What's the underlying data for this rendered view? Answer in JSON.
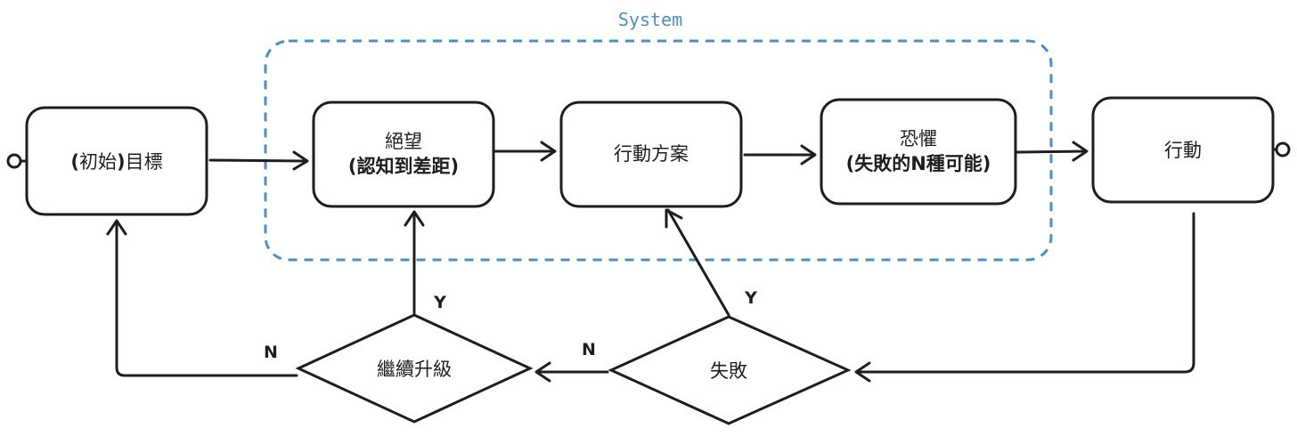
{
  "system": {
    "label": "System"
  },
  "nodes": {
    "goal": {
      "prefix": "(",
      "word1": "初始",
      "suffix": ")",
      "word2": "目標"
    },
    "despair": {
      "line1": "絕望",
      "line2": "(認知到差距)"
    },
    "plan": {
      "label": "行動方案"
    },
    "fear": {
      "line1": "恐懼",
      "line2": "(失敗的N種可能)"
    },
    "action": {
      "label": "行動"
    },
    "upgrade": {
      "label": "繼續升級"
    },
    "failure": {
      "label": "失敗"
    }
  },
  "edges": {
    "upgrade_yes": "Y",
    "upgrade_no": "N",
    "failure_yes": "Y",
    "failure_no": "N"
  },
  "colors": {
    "stroke": "#1e1e1e",
    "system": "#4a90c8",
    "background": "#ffffff"
  }
}
